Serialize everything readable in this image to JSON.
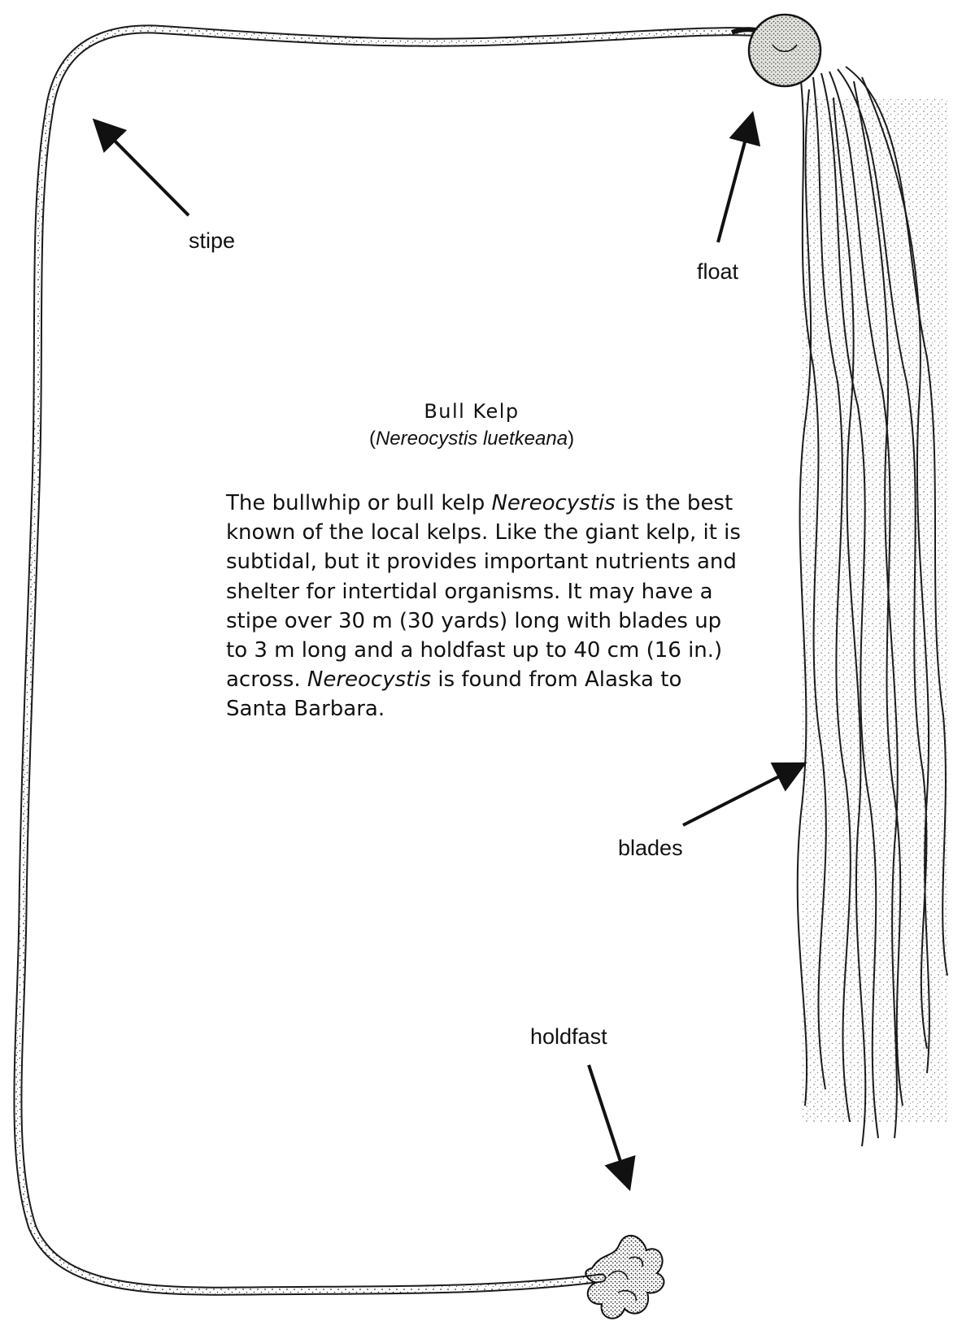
{
  "labels": {
    "stipe": "stipe",
    "float": "float",
    "blades": "blades",
    "holdfast": "holdfast"
  },
  "title": {
    "common_name": "Bull Kelp",
    "scientific_open": "(",
    "scientific_name": "Nereocystis luetkeana",
    "scientific_close": ")"
  },
  "description": {
    "seg1": "The bullwhip or bull kelp ",
    "seg2": "Nereocystis",
    "seg3": " is the best known of the local kelps.  Like the giant kelp, it is subtidal, but it provides important nutrients and shelter for intertidal organisms.  It may have a stipe over 30 m (30 yards) long with blades up to 3 m long and a holdfast up to 40 cm (16 in.) across.  ",
    "seg4": "Nereocystis",
    "seg5": " is found from Alaska to Santa Barbara."
  },
  "colors": {
    "ink": "#111111",
    "blade_fill": "#f4f4f2",
    "float_fill": "#e6e6e2"
  }
}
